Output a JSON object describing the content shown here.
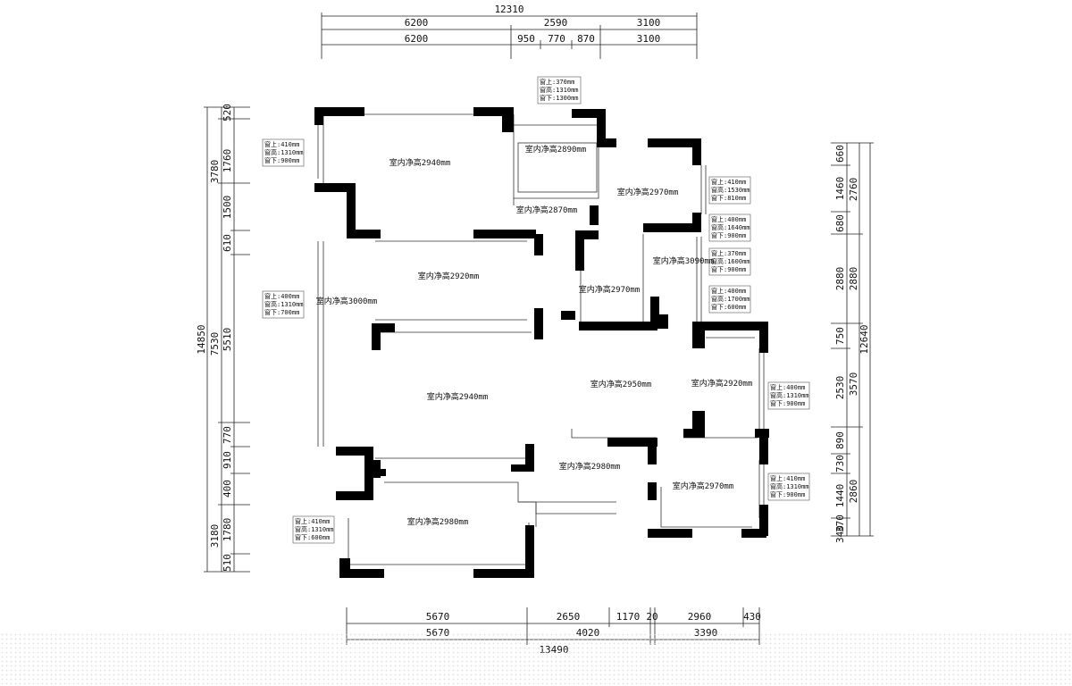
{
  "dimensions": {
    "top_total": "12310",
    "top_row1": [
      "6200",
      "2590",
      "3100"
    ],
    "top_row2": [
      "6200",
      "950",
      "770",
      "870",
      "3100"
    ],
    "bottom_row1": [
      "5670",
      "2650",
      "1170",
      "20",
      "2960",
      "430"
    ],
    "bottom_row2": [
      "5670",
      "4020",
      "3390"
    ],
    "bottom_total": "13490",
    "left_total": "14850",
    "left_row1": [
      "3780",
      "7530",
      "3180"
    ],
    "left_row2": [
      "520",
      "1760",
      "1500",
      "610",
      "5510",
      "770",
      "910",
      "400",
      "1780",
      "510"
    ],
    "right_total": "12640",
    "right_row1": [
      "2760",
      "2880",
      "3570",
      "2860"
    ],
    "right_row2": [
      "660",
      "1460",
      "680",
      "2880",
      "750",
      "2530",
      "890",
      "730",
      "1440",
      "370",
      "340"
    ]
  },
  "rooms": [
    "室内净高2940mm",
    "室内净高2890mm",
    "室内净高2970mm",
    "室内净高2870mm",
    "室内净高2920mm",
    "室内净高2970mm",
    "室内净高3090mm",
    "室内净高3000mm",
    "室内净高2940mm",
    "室内净高2950mm",
    "室内净高2920mm",
    "室内净高2980mm",
    "室内净高2970mm",
    "室内净高2980mm"
  ],
  "notes": [
    {
      "lines": [
        "窗上:370mm",
        "窗高:1310mm",
        "窗下:1300mm"
      ]
    },
    {
      "lines": [
        "窗上:410mm",
        "窗高:1310mm",
        "窗下:900mm"
      ]
    },
    {
      "lines": [
        "窗上:410mm",
        "窗高:1530mm",
        "窗下:810mm"
      ]
    },
    {
      "lines": [
        "窗上:400mm",
        "窗高:1640mm",
        "窗下:900mm"
      ]
    },
    {
      "lines": [
        "窗上:370mm",
        "窗高:1600mm",
        "窗下:900mm"
      ]
    },
    {
      "lines": [
        "窗上:400mm",
        "窗高:1310mm",
        "窗下:700mm"
      ]
    },
    {
      "lines": [
        "窗上:400mm",
        "窗高:1700mm",
        "窗下:600mm"
      ]
    },
    {
      "lines": [
        "窗上:400mm",
        "窗高:1310mm",
        "窗下:900mm"
      ]
    },
    {
      "lines": [
        "窗上:410mm",
        "窗高:1310mm",
        "窗下:900mm"
      ]
    },
    {
      "lines": [
        "窗上:410mm",
        "窗高:1310mm",
        "窗下:600mm"
      ]
    }
  ]
}
